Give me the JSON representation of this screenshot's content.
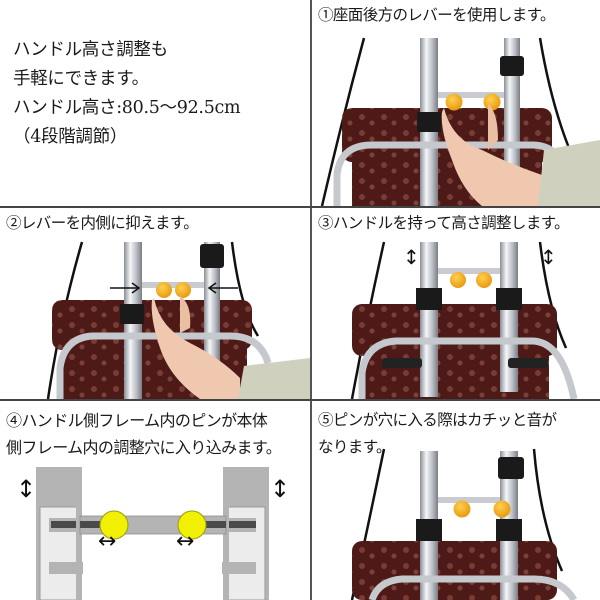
{
  "intro": {
    "lines": [
      "ハンドル高さ調整も",
      "手軽にできます。",
      "ハンドル高さ:80.5〜92.5cm",
      "（4段階調節）"
    ],
    "handle_height_range": "80.5〜92.5cm",
    "adjust_levels": "4段階調節"
  },
  "steps": [
    {
      "number": "①",
      "caption_lines": [
        "①座面後方のレバーを使用します。"
      ]
    },
    {
      "number": "②",
      "caption_lines": [
        "②レバーを内側に抑えます。"
      ]
    },
    {
      "number": "③",
      "caption_lines": [
        "③ハンドルを持って高さ調整します。"
      ]
    },
    {
      "number": "④",
      "caption_lines": [
        "④ハンドル側フレーム内のピンが本体",
        "側フレーム内の調整穴に入り込みます。"
      ]
    },
    {
      "number": "⑤",
      "caption_lines": [
        "⑤ピンが穴に入る際はカチッと音が",
        "なります。"
      ]
    }
  ],
  "icons": {
    "vertical_arrow": "↕",
    "horizontal_arrow": "↔",
    "press_arrow_right": "→",
    "press_arrow_left": "←"
  },
  "colors": {
    "divider": "#555555",
    "lever_knob": "#f2a91c",
    "pin_yellow": "#f0f000",
    "frame_gray": "#b4b4b4",
    "inner_frame": "#ececec",
    "pin_rod": "#4a4a4a",
    "seat_fabric": "#5a1f1c",
    "pole_silver": "#c8ccd0",
    "sleeve": "#e0e0d0"
  }
}
